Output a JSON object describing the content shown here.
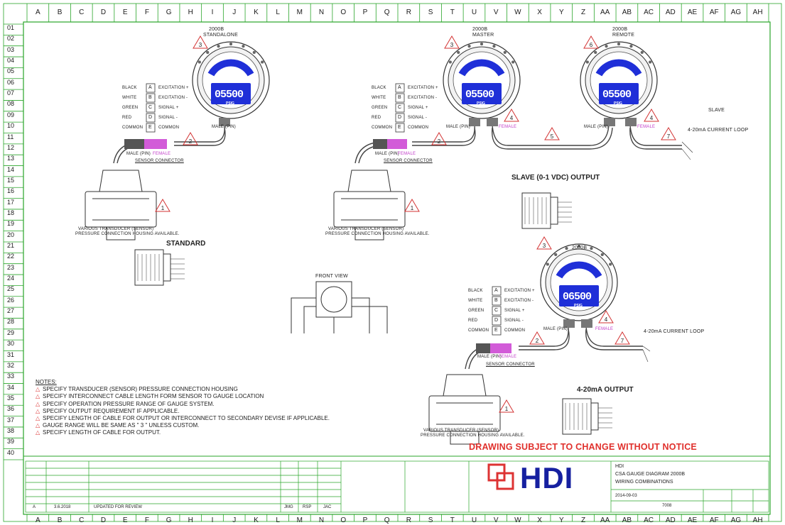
{
  "zones": {
    "cols": [
      "A",
      "B",
      "C",
      "D",
      "E",
      "F",
      "G",
      "H",
      "I",
      "J",
      "K",
      "L",
      "M",
      "N",
      "O",
      "P",
      "Q",
      "R",
      "S",
      "T",
      "U",
      "V",
      "W",
      "X",
      "Y",
      "Z",
      "AA",
      "AB",
      "AC",
      "AD",
      "AE",
      "AF",
      "AG",
      "AH"
    ],
    "rows": [
      "01",
      "02",
      "03",
      "04",
      "05",
      "06",
      "07",
      "08",
      "09",
      "10",
      "11",
      "12",
      "13",
      "14",
      "15",
      "16",
      "17",
      "18",
      "19",
      "20",
      "21",
      "22",
      "23",
      "24",
      "25",
      "26",
      "27",
      "28",
      "29",
      "30",
      "31",
      "32",
      "33",
      "34",
      "35",
      "36",
      "37",
      "38",
      "39",
      "40"
    ]
  },
  "gauges": {
    "standalone": {
      "model": "2000B",
      "label": "STANDALONE",
      "reading": "05500"
    },
    "master": {
      "model": "2000B",
      "label": "MASTER",
      "reading": "05500"
    },
    "remote": {
      "model": "2000B",
      "label": "REMOTE",
      "reading": "05500"
    },
    "output": {
      "model": "2000B",
      "reading": "06500"
    }
  },
  "lcd_unit": "PSIG",
  "wires": {
    "colors": [
      "BLACK",
      "WHITE",
      "GREEN",
      "RED",
      "COMMON"
    ],
    "letters": [
      "A",
      "B",
      "C",
      "D",
      "E"
    ],
    "functions": [
      "EXCITATION +",
      "EXCITATION -",
      "SIGNAL +",
      "SIGNAL -",
      "COMMON"
    ]
  },
  "labels": {
    "male_pin": "MALE (PIN)",
    "female": "FEMALE",
    "sensor_connector": "SENSOR CONNECTOR",
    "transducer1": "VARIOUS TRANSDUCER (SENSOR)",
    "transducer2": "PRESSURE CONNECTION HOUSING AVAILABLE.",
    "slave": "SLAVE",
    "current_loop": "4-20mA CURRENT LOOP",
    "front_view": "FRONT VIEW"
  },
  "headings": {
    "standard": "STANDARD",
    "slave_output": "SLAVE (0-1 VDC) OUTPUT",
    "ma_output": "4-20mA OUTPUT"
  },
  "notes_title": "NOTES:",
  "notes": [
    "SPECIFY TRANSDUCER (SENSOR) PRESSURE CONNECTION HOUSING",
    "SPECIFY INTERCONNECT CABLE LENGTH FORM SENSOR TO GAUGE LOCATION",
    "SPECIFY OPERATION PRESSURE RANGE OF GAUGE SYSTEM.",
    "SPECIFY OUTPUT REQUIREMENT IF APPLICABLE.",
    "SPECIFY LENGTH OF CABLE FOR OUTPUT OR INTERCONNECT TO SECONDARY DEVISE IF APPLICABLE.",
    "GAUGE RANGE WILL BE SAME AS \" 3 \" UNLESS CUSTOM.",
    "SPECIFY LENGTH OF CABLE FOR OUTPUT."
  ],
  "notice": "DRAWING SUBJECT TO CHANGE WITHOUT NOTICE",
  "titleblock": {
    "rev": "A",
    "date": "3.6.2018",
    "desc": "UPDATED FOR REVIEW",
    "by1": "JMG",
    "by2": "RSP",
    "by3": "JAC",
    "company": "HDI",
    "title1": "CSA GAUGE DIAGRAM 2000B",
    "title2": "WIRING COMBINATIONS",
    "dwg_date": "2014-09-03",
    "dwg_no": "7008",
    "logo": "HDI"
  },
  "colors": {
    "border": "#2aa52a",
    "notice": "#e0302c",
    "logo": "#1620a0",
    "warn_tri": "#d33333",
    "lcd": "#1f2fd8"
  }
}
